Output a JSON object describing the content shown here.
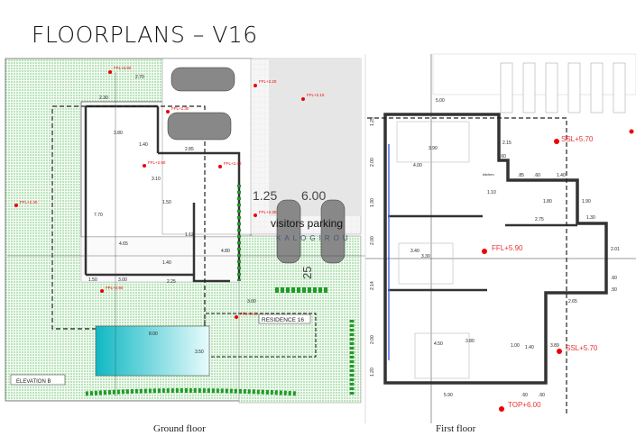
{
  "title": "FLOORPLANS – V16",
  "ground_floor": {
    "caption": "Ground floor",
    "visitors_label": "visitors parking",
    "watermark": "KALOGIROU",
    "residence_label": "RESIDENCE 16",
    "elevation_label": "ELEVATION B",
    "big_dims": [
      "1.25",
      "6.00",
      "25"
    ],
    "dims": [
      "2.70",
      "2.30",
      "3.80",
      "1.40",
      "2.85",
      "1.50",
      "3.10",
      "7.70",
      "4.65",
      "1.50",
      "3.00",
      "2.25",
      "3.00",
      "8.00",
      "3.50",
      "1.40",
      "1.12",
      "4.80"
    ],
    "levels": [
      "FFL+2.90",
      "FFL+2.20",
      "FFL+2.10",
      "FFL+2.30",
      "FFL+2.40",
      "FFL+2.90",
      "FFL+2.30",
      "FFL+2.30",
      "FFL+2.90",
      "FFL+2.40"
    ],
    "colors": {
      "garden": "#2faa3a",
      "pool": "#22c4cf",
      "level_marker": "#e00000"
    }
  },
  "first_floor": {
    "caption": "First floor",
    "levels": [
      "SSL+5.70",
      "FFL+5.90",
      "SSL+5.70",
      "TOP+6.00"
    ],
    "dims_top": [
      "5.00"
    ],
    "dims_left": [
      "1.25",
      "2.00",
      "1.30",
      "2.00",
      "2.14",
      "2.00",
      "1.20"
    ],
    "dims_inner": [
      "3.90",
      "4.00",
      "2.15",
      ".60",
      ".85",
      ".60",
      "1.40",
      "1.10",
      "1.80",
      "2.75",
      "1.90",
      "1.30",
      "3.40",
      "3.30",
      "2.01",
      ".60",
      ".50",
      "2.65",
      "4.50",
      "3.80",
      "1.00",
      "1.40",
      "3.89"
    ],
    "dims_bottom": [
      "5.90",
      ".60",
      ".60"
    ],
    "room_label": "kitchen"
  }
}
